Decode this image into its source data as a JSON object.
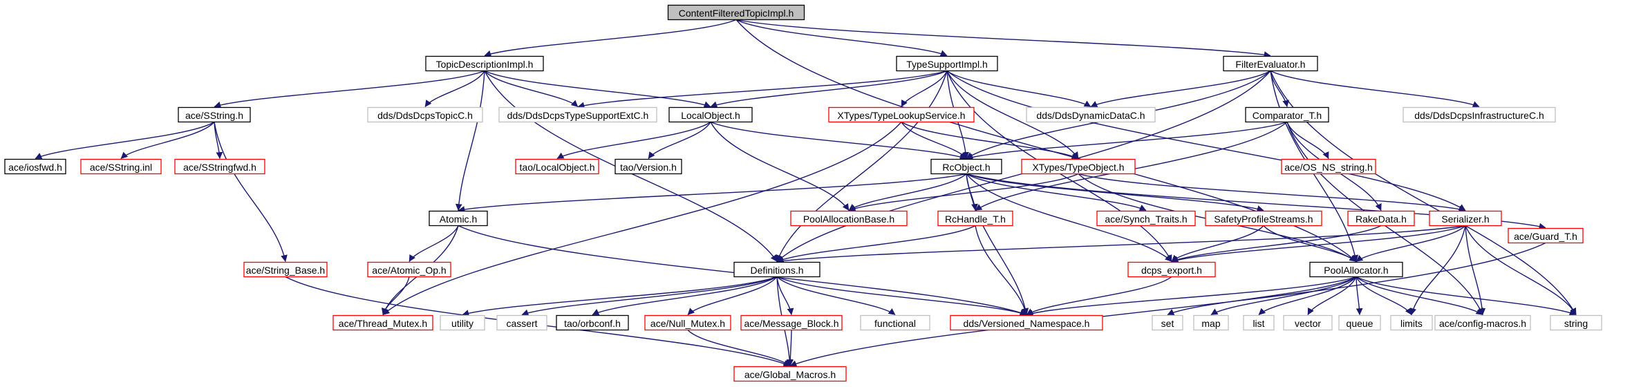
{
  "colors": {
    "edge": "#191970",
    "box_root_fill": "#bfbfbf",
    "box_default": "#000000",
    "box_missing": "#bfbfbf",
    "box_red": "#ff0000",
    "text": "#000000"
  },
  "nodes": [
    {
      "id": "cft",
      "label": "ContentFilteredTopicImpl.h",
      "style": "root"
    },
    {
      "id": "tdi",
      "label": "TopicDescriptionImpl.h",
      "style": "default"
    },
    {
      "id": "tsi",
      "label": "TypeSupportImpl.h",
      "style": "default"
    },
    {
      "id": "fev",
      "label": "FilterEvaluator.h",
      "style": "default"
    },
    {
      "id": "ssr",
      "label": "ace/SString.h",
      "style": "default"
    },
    {
      "id": "dtc",
      "label": "dds/DdsDcpsTopicC.h",
      "style": "missing"
    },
    {
      "id": "dts",
      "label": "dds/DdsDcpsTypeSupportExtC.h",
      "style": "missing"
    },
    {
      "id": "loc",
      "label": "LocalObject.h",
      "style": "default"
    },
    {
      "id": "xtl",
      "label": "XTypes/TypeLookupService.h",
      "style": "red"
    },
    {
      "id": "ddd",
      "label": "dds/DdsDynamicDataC.h",
      "style": "missing"
    },
    {
      "id": "cmp",
      "label": "Comparator_T.h",
      "style": "default"
    },
    {
      "id": "dic",
      "label": "dds/DdsDcpsInfrastructureC.h",
      "style": "missing"
    },
    {
      "id": "ios",
      "label": "ace/iosfwd.h",
      "style": "default"
    },
    {
      "id": "ssi",
      "label": "ace/SString.inl",
      "style": "red"
    },
    {
      "id": "ssf",
      "label": "ace/SStringfwd.h",
      "style": "red"
    },
    {
      "id": "tlo",
      "label": "tao/LocalObject.h",
      "style": "red"
    },
    {
      "id": "tve",
      "label": "tao/Version.h",
      "style": "default"
    },
    {
      "id": "rco",
      "label": "RcObject.h",
      "style": "default"
    },
    {
      "id": "xto",
      "label": "XTypes/TypeObject.h",
      "style": "red"
    },
    {
      "id": "ons",
      "label": "ace/OS_NS_string.h",
      "style": "red"
    },
    {
      "id": "atm",
      "label": "Atomic.h",
      "style": "default"
    },
    {
      "id": "pab",
      "label": "PoolAllocationBase.h",
      "style": "red"
    },
    {
      "id": "rch",
      "label": "RcHandle_T.h",
      "style": "red"
    },
    {
      "id": "syn",
      "label": "ace/Synch_Traits.h",
      "style": "red"
    },
    {
      "id": "sps",
      "label": "SafetyProfileStreams.h",
      "style": "red"
    },
    {
      "id": "rak",
      "label": "RakeData.h",
      "style": "red"
    },
    {
      "id": "ser",
      "label": "Serializer.h",
      "style": "red"
    },
    {
      "id": "grd",
      "label": "ace/Guard_T.h",
      "style": "red"
    },
    {
      "id": "sba",
      "label": "ace/String_Base.h",
      "style": "red"
    },
    {
      "id": "aop",
      "label": "ace/Atomic_Op.h",
      "style": "red"
    },
    {
      "id": "def",
      "label": "Definitions.h",
      "style": "default"
    },
    {
      "id": "dex",
      "label": "dcps_export.h",
      "style": "red"
    },
    {
      "id": "pal",
      "label": "PoolAllocator.h",
      "style": "default"
    },
    {
      "id": "tmx",
      "label": "ace/Thread_Mutex.h",
      "style": "red"
    },
    {
      "id": "utl",
      "label": "utility",
      "style": "missing"
    },
    {
      "id": "cas",
      "label": "cassert",
      "style": "missing"
    },
    {
      "id": "orb",
      "label": "tao/orbconf.h",
      "style": "default"
    },
    {
      "id": "nmx",
      "label": "ace/Null_Mutex.h",
      "style": "red"
    },
    {
      "id": "amb",
      "label": "ace/Message_Block.h",
      "style": "red"
    },
    {
      "id": "fun",
      "label": "functional",
      "style": "missing"
    },
    {
      "id": "vns",
      "label": "dds/Versioned_Namespace.h",
      "style": "red"
    },
    {
      "id": "set",
      "label": "set",
      "style": "missing"
    },
    {
      "id": "map",
      "label": "map",
      "style": "missing"
    },
    {
      "id": "lst",
      "label": "list",
      "style": "missing"
    },
    {
      "id": "vec",
      "label": "vector",
      "style": "missing"
    },
    {
      "id": "que",
      "label": "queue",
      "style": "missing"
    },
    {
      "id": "lim",
      "label": "limits",
      "style": "missing"
    },
    {
      "id": "acm",
      "label": "ace/config-macros.h",
      "style": "missing"
    },
    {
      "id": "str",
      "label": "string",
      "style": "missing"
    },
    {
      "id": "agm",
      "label": "ace/Global_Macros.h",
      "style": "red"
    }
  ],
  "edges": [
    [
      "cft",
      "tdi"
    ],
    [
      "cft",
      "tsi"
    ],
    [
      "cft",
      "fev"
    ],
    [
      "cft",
      "pal"
    ],
    [
      "tdi",
      "ssr"
    ],
    [
      "tdi",
      "dtc"
    ],
    [
      "tdi",
      "dts"
    ],
    [
      "tdi",
      "loc"
    ],
    [
      "tdi",
      "atm"
    ],
    [
      "tdi",
      "def"
    ],
    [
      "tsi",
      "dts"
    ],
    [
      "tsi",
      "loc"
    ],
    [
      "tsi",
      "xtl"
    ],
    [
      "tsi",
      "ddd"
    ],
    [
      "tsi",
      "rco"
    ],
    [
      "tsi",
      "xto"
    ],
    [
      "tsi",
      "ser"
    ],
    [
      "tsi",
      "def"
    ],
    [
      "tsi",
      "dex"
    ],
    [
      "fev",
      "ddd"
    ],
    [
      "fev",
      "cmp"
    ],
    [
      "fev",
      "dic"
    ],
    [
      "fev",
      "rco"
    ],
    [
      "fev",
      "def"
    ],
    [
      "fev",
      "pal"
    ],
    [
      "fev",
      "str"
    ],
    [
      "ssr",
      "ios"
    ],
    [
      "ssr",
      "ssi"
    ],
    [
      "ssr",
      "ssf"
    ],
    [
      "ssr",
      "sba"
    ],
    [
      "loc",
      "tlo"
    ],
    [
      "loc",
      "tve"
    ],
    [
      "loc",
      "rco"
    ],
    [
      "loc",
      "pab"
    ],
    [
      "xtl",
      "rco"
    ],
    [
      "xtl",
      "xto"
    ],
    [
      "xtl",
      "tmx"
    ],
    [
      "cmp",
      "rco"
    ],
    [
      "cmp",
      "ons"
    ],
    [
      "cmp",
      "rak"
    ],
    [
      "cmp",
      "rch"
    ],
    [
      "cmp",
      "acm"
    ],
    [
      "rco",
      "atm"
    ],
    [
      "rco",
      "pab"
    ],
    [
      "rco",
      "rch"
    ],
    [
      "rco",
      "syn"
    ],
    [
      "rco",
      "sps"
    ],
    [
      "rco",
      "dex"
    ],
    [
      "rco",
      "vns"
    ],
    [
      "rco",
      "grd"
    ],
    [
      "xto",
      "pab"
    ],
    [
      "xto",
      "ser"
    ],
    [
      "xto",
      "pal"
    ],
    [
      "atm",
      "aop"
    ],
    [
      "atm",
      "tmx"
    ],
    [
      "atm",
      "vns"
    ],
    [
      "rch",
      "def"
    ],
    [
      "rch",
      "vns"
    ],
    [
      "sps",
      "dex"
    ],
    [
      "sps",
      "pal"
    ],
    [
      "rak",
      "dex"
    ],
    [
      "ser",
      "def"
    ],
    [
      "ser",
      "dex"
    ],
    [
      "ser",
      "pal"
    ],
    [
      "ser",
      "lim"
    ],
    [
      "ser",
      "acm"
    ],
    [
      "ser",
      "str"
    ],
    [
      "grd",
      "agm"
    ],
    [
      "sba",
      "agm"
    ],
    [
      "aop",
      "tmx"
    ],
    [
      "def",
      "utl"
    ],
    [
      "def",
      "cas"
    ],
    [
      "def",
      "orb"
    ],
    [
      "def",
      "nmx"
    ],
    [
      "def",
      "amb"
    ],
    [
      "def",
      "fun"
    ],
    [
      "def",
      "vns"
    ],
    [
      "def",
      "agm"
    ],
    [
      "dex",
      "vns"
    ],
    [
      "pal",
      "vns"
    ],
    [
      "pal",
      "set"
    ],
    [
      "pal",
      "map"
    ],
    [
      "pal",
      "lst"
    ],
    [
      "pal",
      "vec"
    ],
    [
      "pal",
      "que"
    ],
    [
      "pal",
      "lim"
    ],
    [
      "pal",
      "acm"
    ],
    [
      "pal",
      "str"
    ],
    [
      "nmx",
      "agm"
    ],
    [
      "amb",
      "agm"
    ]
  ]
}
